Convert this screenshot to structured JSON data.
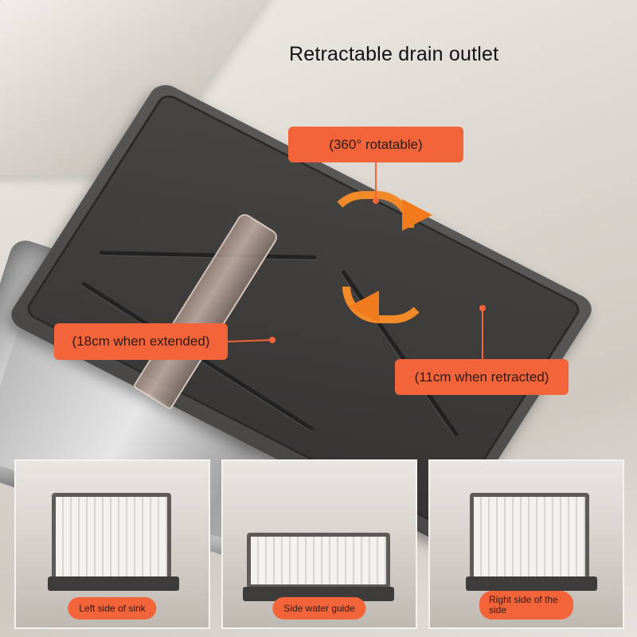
{
  "title": "Retractable drain outlet",
  "callouts": {
    "rotatable": "(360° rotatable)",
    "extended": "(18cm when extended)",
    "retracted": "(11cm when retracted)"
  },
  "thumbnails": [
    {
      "caption": "Left side of sink"
    },
    {
      "caption": "Side water guide"
    },
    {
      "caption": "Right side of the side"
    }
  ],
  "colors": {
    "callout_bg": "#f4643a",
    "arrow": "#f38a2a",
    "tray": "#3d3b3a"
  },
  "icons": [
    "rotate-clockwise-arrow",
    "rotate-counterclockwise-arrow"
  ]
}
